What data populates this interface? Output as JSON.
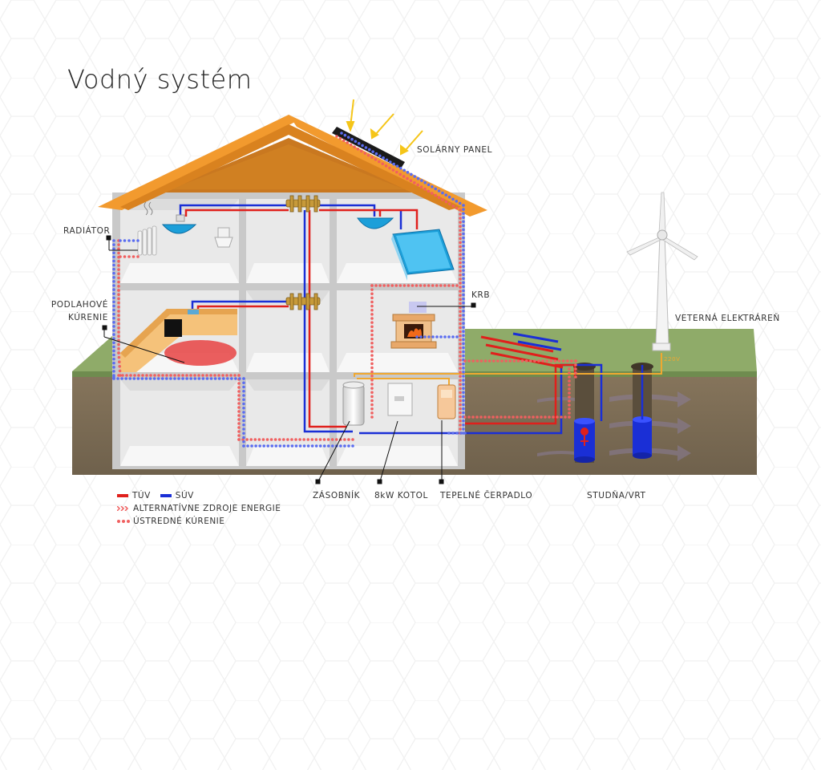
{
  "title": "Vodný systém",
  "labels": {
    "solar_panel": "SOLÁRNY PANEL",
    "radiator": "RADIÁTOR",
    "floor_heating_1": "PODLAHOVÉ",
    "floor_heating_2": "KÚRENIE",
    "fireplace": "KRB",
    "wind_plant": "VETERNÁ ELEKTRÁREŇ",
    "voltage": "220V",
    "tank": "ZÁSOBNÍK",
    "boiler": "8kW KOTOL",
    "heat_pump": "TEPELNÉ ČERPADLO",
    "well": "STUDŇA/VRT"
  },
  "legend": {
    "hot_water": "TÚV",
    "cold_water": "SÚV",
    "alternative": "ALTERNATÍVNE ZDROJE ENERGIE",
    "central_heating": "ÚSTREDNÉ KÚRENIE"
  },
  "colors": {
    "hot": "#e0201c",
    "cold": "#1a2fd6",
    "dotted": "#f06060",
    "roof": "#f0922a",
    "roof_dark": "#c8741c",
    "grass": "#8aa664",
    "soil": "#7d6d55",
    "wall": "#d4d4d4",
    "orange_pipe": "#f0a830"
  },
  "icons": [
    "sun-ray-icon",
    "washbasin-icon",
    "toilet-icon",
    "bathtub-icon",
    "kitchen-sink-icon",
    "fireplace-icon",
    "wind-turbine-icon",
    "water-tank-icon",
    "boiler-icon",
    "heat-pump-icon",
    "well-pump-icon"
  ]
}
